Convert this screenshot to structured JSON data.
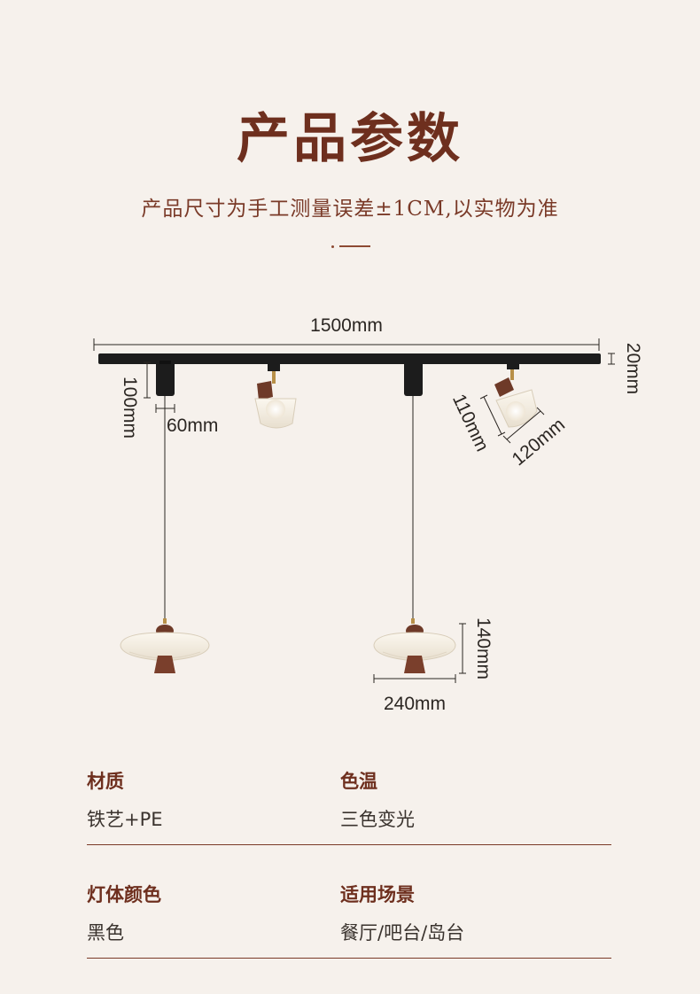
{
  "header": {
    "title": "产品参数",
    "subtitle": "产品尺寸为手工测量误差±1CM,以实物为准"
  },
  "diagram": {
    "dim_track_length": "1500mm",
    "dim_track_height": "20mm",
    "dim_adapter_height": "100mm",
    "dim_adapter_width": "60mm",
    "dim_spot_height": "110mm",
    "dim_spot_width": "120mm",
    "dim_pendant_height": "140mm",
    "dim_pendant_width": "240mm"
  },
  "specs": {
    "rows": [
      {
        "left": {
          "label": "材质",
          "value": "铁艺+PE"
        },
        "right": {
          "label": "色温",
          "value": "三色变光"
        }
      },
      {
        "left": {
          "label": "灯体颜色",
          "value": "黑色"
        },
        "right": {
          "label": "适用场景",
          "value": "餐厅/吧台/岛台"
        }
      }
    ]
  },
  "colors": {
    "accent": "#6e2f1e",
    "background": "#f6f1ec",
    "track": "#1c1c1c",
    "wood": "#7a3f2c",
    "shade": "#f3ece0"
  }
}
